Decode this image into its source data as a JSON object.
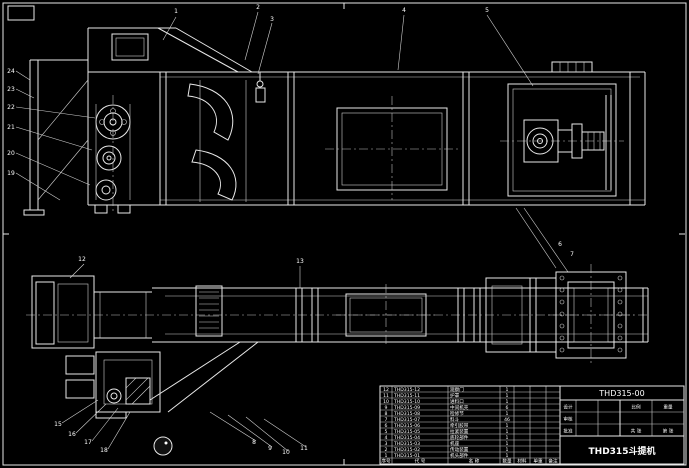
{
  "drawing": {
    "title": "THD315斗提机",
    "number": "THD315-00"
  },
  "titleblock": {
    "labels": [
      "设计",
      "审核",
      "批准",
      "比例",
      "重量",
      "共 张",
      "第 张"
    ]
  },
  "bom": {
    "headers": [
      "序号",
      "代 号",
      "名 称",
      "数量",
      "材料",
      "单重",
      "备注"
    ],
    "rows": [
      {
        "no": "12",
        "code": "THD315-12",
        "name": "观察门",
        "qty": "1",
        "mat": "",
        "unit": "",
        "rem": ""
      },
      {
        "no": "11",
        "code": "THD315-11",
        "name": "护罩",
        "qty": "1",
        "mat": "",
        "unit": "",
        "rem": ""
      },
      {
        "no": "10",
        "code": "THD315-10",
        "name": "进料口",
        "qty": "1",
        "mat": "",
        "unit": "",
        "rem": ""
      },
      {
        "no": "9",
        "code": "THD315-09",
        "name": "中间机壳",
        "qty": "6",
        "mat": "",
        "unit": "",
        "rem": ""
      },
      {
        "no": "8",
        "code": "THD315-08",
        "name": "检修节",
        "qty": "1",
        "mat": "",
        "unit": "",
        "rem": ""
      },
      {
        "no": "7",
        "code": "THD315-07",
        "name": "料斗",
        "qty": "46",
        "mat": "",
        "unit": "",
        "rem": ""
      },
      {
        "no": "6",
        "code": "THD315-06",
        "name": "牵引胶带",
        "qty": "1",
        "mat": "",
        "unit": "",
        "rem": ""
      },
      {
        "no": "5",
        "code": "THD315-05",
        "name": "拉紧装置",
        "qty": "1",
        "mat": "",
        "unit": "",
        "rem": ""
      },
      {
        "no": "4",
        "code": "THD315-04",
        "name": "底轮部件",
        "qty": "1",
        "mat": "",
        "unit": "",
        "rem": ""
      },
      {
        "no": "3",
        "code": "THD315-03",
        "name": "机座",
        "qty": "1",
        "mat": "",
        "unit": "",
        "rem": ""
      },
      {
        "no": "2",
        "code": "THD315-02",
        "name": "传动装置",
        "qty": "1",
        "mat": "",
        "unit": "",
        "rem": ""
      },
      {
        "no": "1",
        "code": "THD315-01",
        "name": "机头部件",
        "qty": "1",
        "mat": "",
        "unit": "",
        "rem": ""
      }
    ]
  },
  "callouts": {
    "top": [
      "1",
      "2",
      "3",
      "4",
      "5"
    ],
    "left": [
      "24",
      "23",
      "22",
      "21",
      "20",
      "19"
    ],
    "right": [
      "6",
      "7"
    ],
    "plan_top": [
      "12",
      "13"
    ],
    "bottom_left": [
      "15",
      "16",
      "17",
      "18"
    ],
    "bottom_mid": [
      "8",
      "9",
      "10",
      "11"
    ]
  }
}
